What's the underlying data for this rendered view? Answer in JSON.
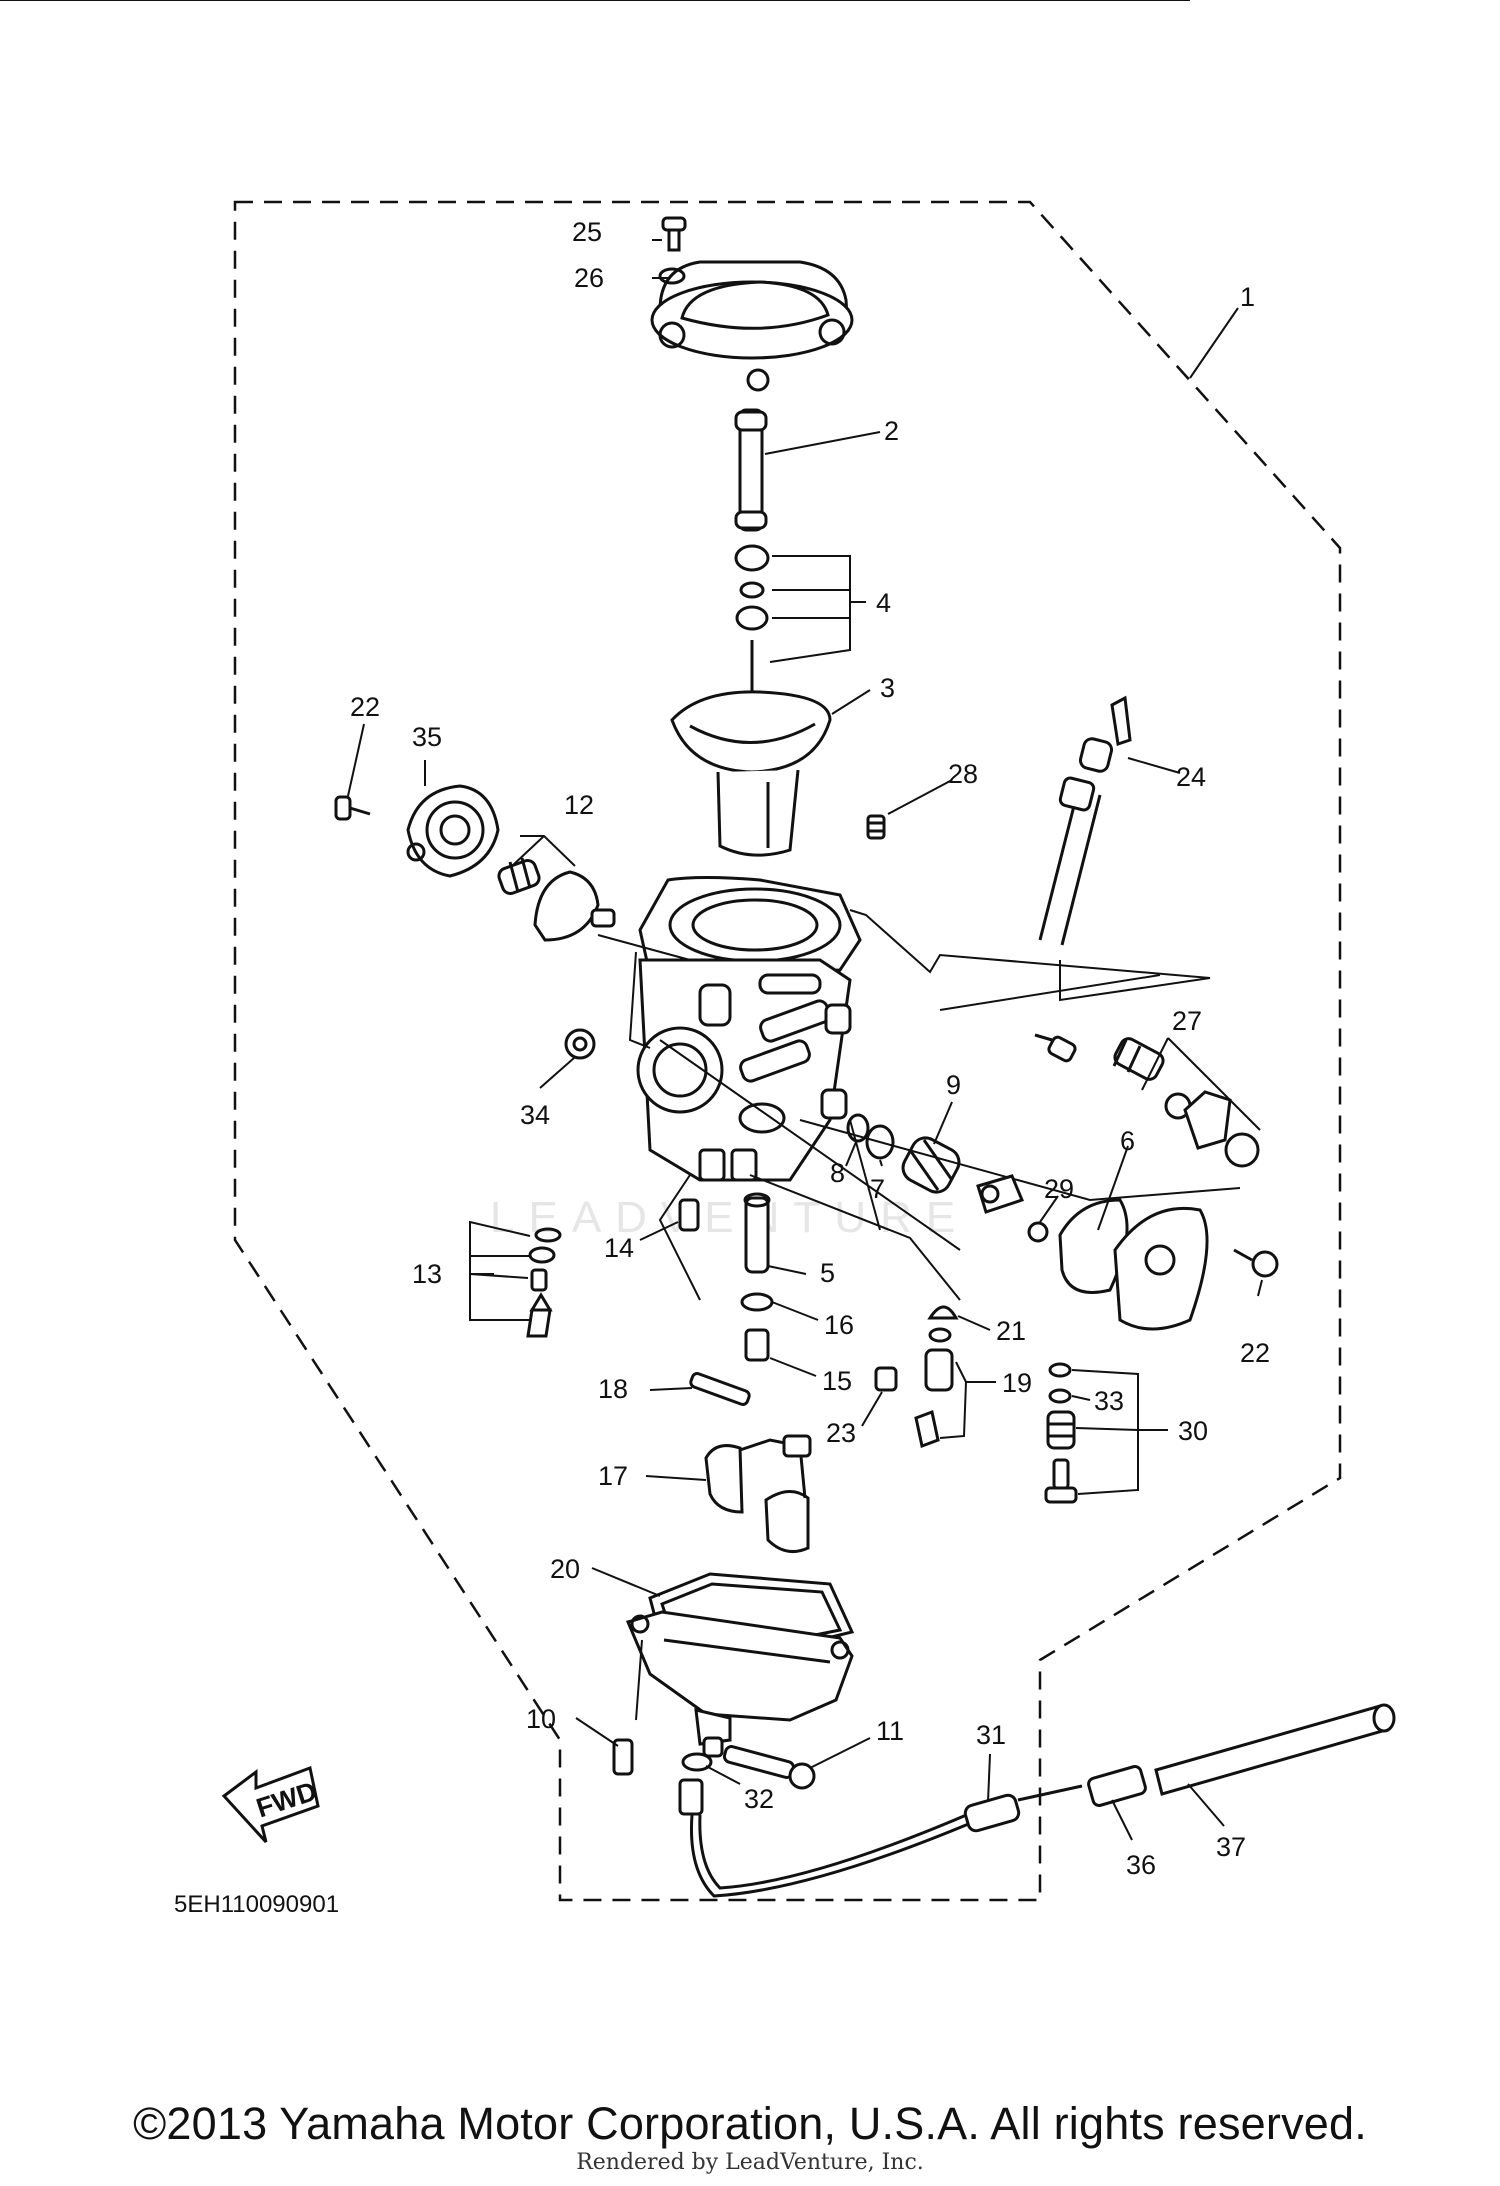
{
  "diagram": {
    "code": "5EH110090901",
    "fwd_label": "FWD",
    "watermark": "LEADVENTURE",
    "callouts": [
      "1",
      "2",
      "3",
      "4",
      "5",
      "6",
      "7",
      "8",
      "9",
      "10",
      "11",
      "12",
      "13",
      "14",
      "15",
      "16",
      "17",
      "18",
      "19",
      "20",
      "21",
      "22",
      "22",
      "23",
      "24",
      "25",
      "26",
      "27",
      "28",
      "29",
      "30",
      "31",
      "32",
      "33",
      "34",
      "35",
      "36",
      "37"
    ]
  },
  "footer": {
    "copyright": "©2013 Yamaha Motor Corporation, U.S.A. All rights reserved.",
    "rendered_by": "Rendered by LeadVenture, Inc."
  }
}
